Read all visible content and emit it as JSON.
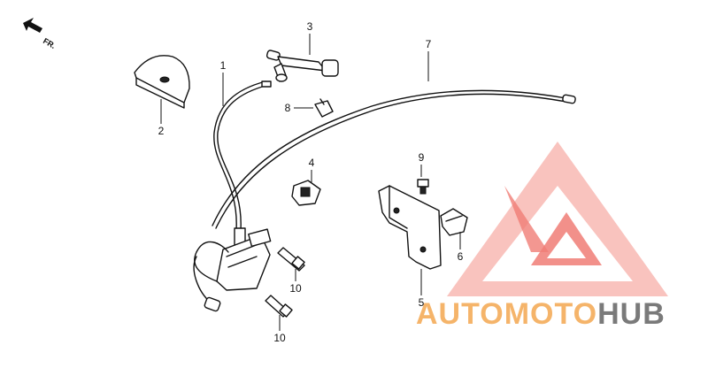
{
  "diagram": {
    "direction_label": "FR.",
    "callouts": [
      "1",
      "2",
      "3",
      "4",
      "5",
      "6",
      "7",
      "8",
      "9",
      "10",
      "10"
    ]
  },
  "watermark": {
    "brand_part1": "AUTO",
    "brand_part2": "MOTO",
    "brand_part3": "HUB",
    "color_light": "#f6a7a2",
    "color_main": "#f07d76",
    "color_text_orange": "#f5b46a",
    "color_text_dark": "#777777"
  }
}
